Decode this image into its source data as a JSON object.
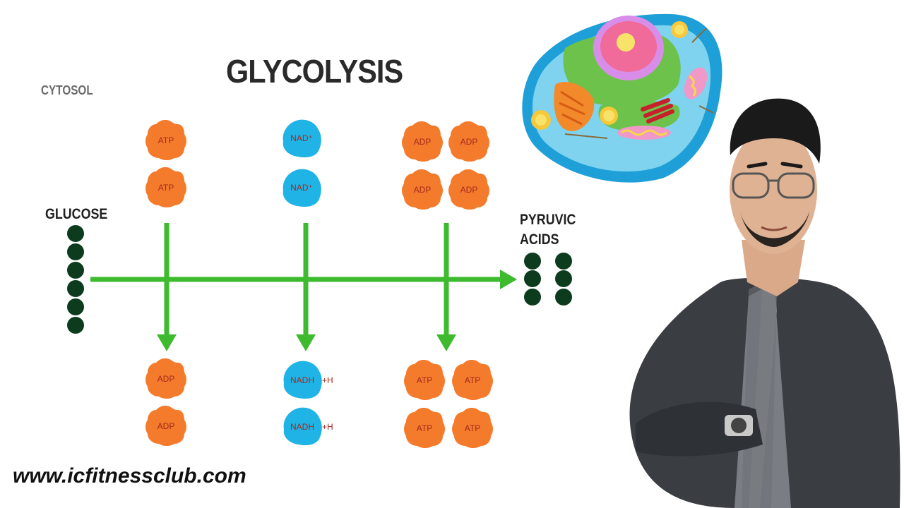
{
  "title": "GLYCOLYSIS",
  "region_label": "CYTOSOL",
  "input_label": "GLUCOSE",
  "output_label_line1": "PYRUVIC",
  "output_label_line2": "ACIDS",
  "website": "www.icfitnessclub.com",
  "molecules": {
    "atp": "ATP",
    "adp": "ADP",
    "nad": "NAD⁺",
    "nadh": "NADH",
    "plus_h": "+H"
  },
  "colors": {
    "arrow": "#3dba2e",
    "orange_molecule": "#f47b2c",
    "blue_molecule": "#1fb3e6",
    "glucose_dot": "#0d3b1e",
    "label_text": "#a32a1c"
  },
  "decorations": {
    "cell_illustration": "animal-cell-illustration",
    "presenter": "presenter-photo"
  }
}
